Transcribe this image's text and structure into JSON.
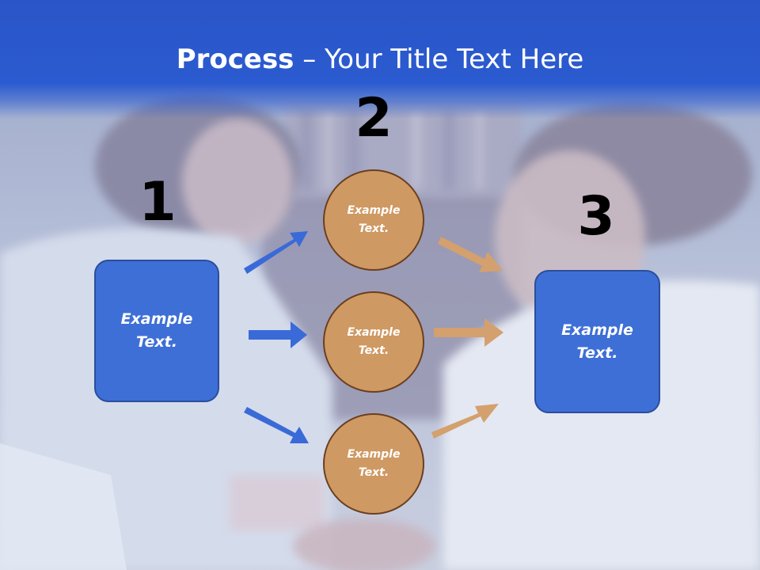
{
  "title": {
    "bold": "Process",
    "rest": " – Your Title Text Here"
  },
  "stages": [
    {
      "number": "1",
      "box_text": "Example Text."
    },
    {
      "number": "2"
    },
    {
      "number": "3",
      "box_text": "Example Text."
    }
  ],
  "circles": [
    {
      "text": "Example Text."
    },
    {
      "text": "Example Text."
    },
    {
      "text": "Example Text."
    }
  ],
  "colors": {
    "header_blue": "#2b5bd0",
    "box_blue": "#3e6fd6",
    "circle_tan": "#cf9963",
    "arrow_blue": "#3a6ad8",
    "arrow_tan": "#d4a06d"
  }
}
